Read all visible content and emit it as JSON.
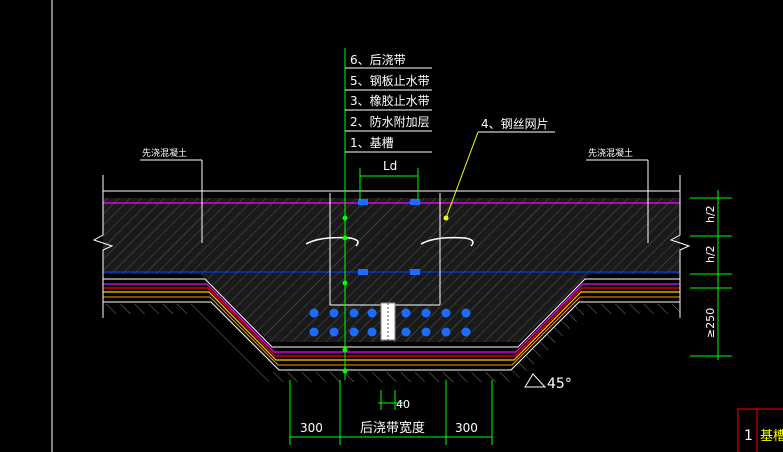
{
  "layers": [
    {
      "number": "6",
      "name": "后浇带"
    },
    {
      "number": "5",
      "name": "钢板止水带"
    },
    {
      "number": "3",
      "name": "橡胶止水带"
    },
    {
      "number": "2",
      "name": "防水附加层"
    },
    {
      "number": "1",
      "name": "基槽"
    }
  ],
  "callout_mesh": "4、钢丝网片",
  "left_label": "先浇混凝土",
  "right_label": "先浇混凝土",
  "dim_ld": "Ld",
  "dim_h2_top": "h/2",
  "dim_h2_bottom": "h/2",
  "dim_250": "≥250",
  "dim_300_left": "300",
  "dim_300_right": "300",
  "dim_40": "40",
  "bottom_title": "后浇带宽度",
  "angle": "45°",
  "title_block_number": "1",
  "title_block_text": "基槽",
  "colors": {
    "background": "#000000",
    "outline": "#ffffff",
    "dimension": "#00ff00",
    "magenta": "#ff00ff",
    "blue": "#0000ff",
    "red": "#ff0000",
    "yellow": "#ffff00",
    "orange": "#ff9900",
    "gray": "#808080",
    "leader": "#ffff00"
  }
}
